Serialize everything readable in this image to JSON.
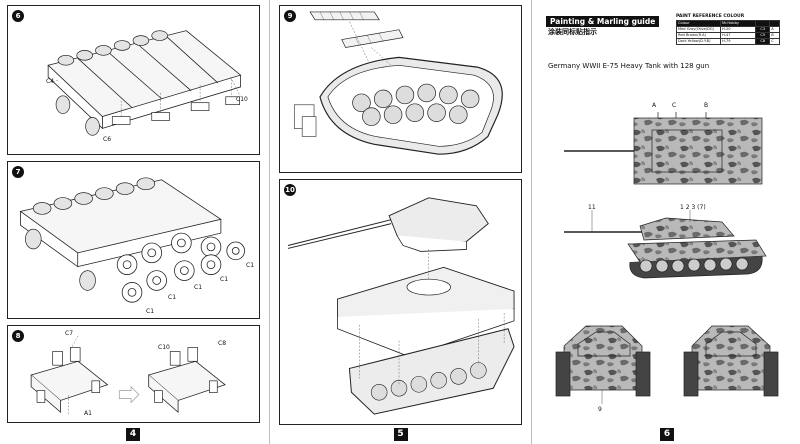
{
  "pages": [
    {
      "number": "4",
      "steps": [
        {
          "number": "6",
          "labels": [
            "C4",
            "C6",
            "C10"
          ]
        },
        {
          "number": "7",
          "labels": [
            "C1",
            "C1",
            "C1",
            "C1",
            "C1"
          ]
        },
        {
          "number": "8",
          "labels": [
            "C7",
            "A1",
            "C10",
            "C8"
          ]
        }
      ]
    },
    {
      "number": "5",
      "steps": [
        {
          "number": "9"
        },
        {
          "number": "10"
        }
      ]
    },
    {
      "number": "6",
      "guide_title": "Painting & Marling guide",
      "guide_subtitle": "涂装同标贴指示",
      "vehicle_title": "Germany WWII E-75 Heavy Tank with 128 gun",
      "paint_table": {
        "caption": "PAINT REFERENCE COLOUR",
        "headers": [
          "Colour",
          "Mr.Hobby",
          "",
          ""
        ],
        "rows": [
          [
            "Med Gray(Olive/DG)",
            "H-20",
            "C3",
            "A"
          ],
          [
            "Red Brown(R.A)",
            "H-47",
            "C5",
            "B"
          ],
          [
            "Dark Yellow(D.Y.B)",
            "H-79",
            "C8",
            "C"
          ]
        ]
      },
      "callouts": {
        "top_a": "A",
        "top_c": "C",
        "top_b": "B",
        "side_11": "11",
        "side_123": "1 2  3 (7)",
        "front_9": "9"
      }
    }
  ]
}
